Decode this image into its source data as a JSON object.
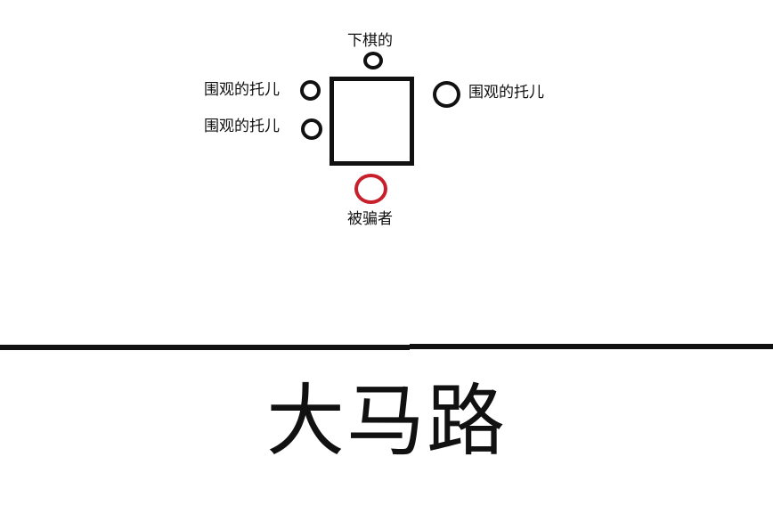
{
  "diagram": {
    "table_label": "",
    "people": {
      "player": {
        "label": "下棋的",
        "color": "#111111"
      },
      "shill_left_top": {
        "label": "围观的托儿",
        "color": "#111111"
      },
      "shill_left_bottom": {
        "label": "围观的托儿",
        "color": "#111111"
      },
      "shill_right": {
        "label": "围观的托儿",
        "color": "#111111"
      },
      "victim": {
        "label": "被骗者",
        "color": "#c8202b"
      }
    },
    "road": {
      "label": "大马路"
    }
  }
}
